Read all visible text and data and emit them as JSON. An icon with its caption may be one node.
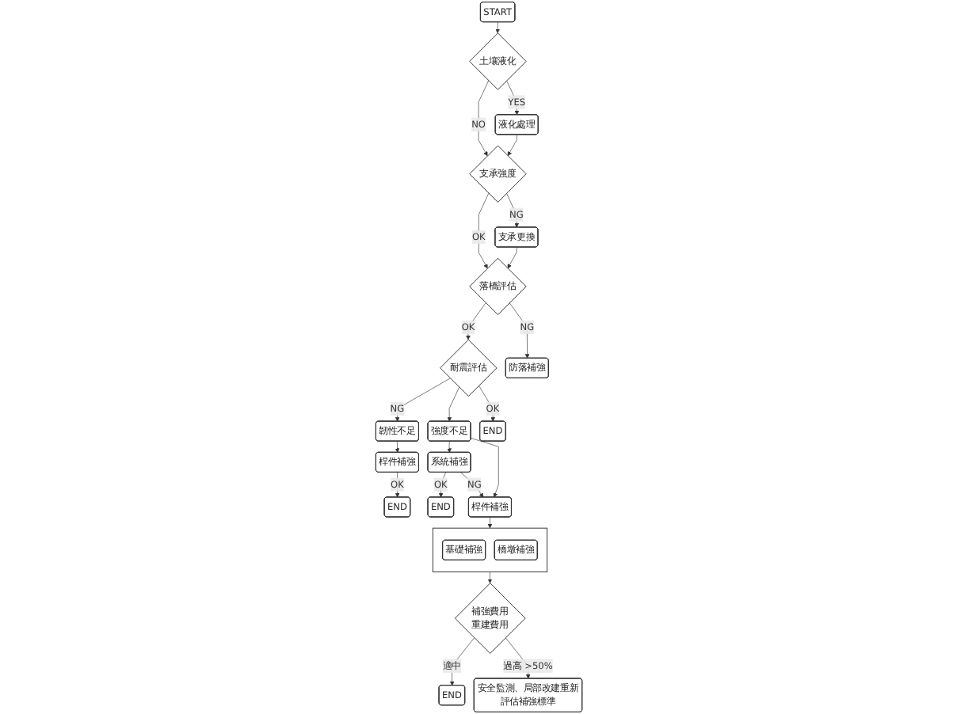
{
  "diagram": {
    "nodes": [
      {
        "text": [
          "START"
        ]
      },
      {
        "text": [
          "土壤液化"
        ]
      },
      {
        "text": [
          "液化處理"
        ]
      },
      {
        "text": [
          "支承強度"
        ]
      },
      {
        "text": [
          "支承更換"
        ]
      },
      {
        "text": [
          "落橋評估"
        ]
      },
      {
        "text": [
          "防落補強"
        ]
      },
      {
        "text": [
          "END"
        ]
      },
      {
        "text": [
          "桿件補強"
        ]
      },
      {
        "text": [
          "韌性不足"
        ]
      },
      {
        "text": [
          "END"
        ]
      },
      {
        "text": [
          "系統補強"
        ]
      },
      {
        "text": [
          "強度不足"
        ]
      },
      {
        "text": [
          "耐震評估"
        ]
      },
      {
        "text": [],
        "shape": "box"
      },
      {
        "text": [
          "基礎補強"
        ],
        "in": 14
      },
      {
        "text": [
          "橋墩補強"
        ],
        "in": 14
      },
      {
        "text": [
          "桿件補強"
        ]
      },
      {
        "text": [
          "END"
        ]
      },
      {
        "text": [
          "補強費用",
          "重建費用"
        ]
      },
      {
        "text": [
          "END"
        ]
      },
      {
        "text": [
          "安全監測、局部改建重新評估補強標準"
        ]
      }
    ],
    "edges": [
      {
        "from": 0,
        "to": 1,
        "arrow": "to"
      },
      {
        "from": 1,
        "to": 3,
        "arrow": "to",
        "label": "NO"
      },
      {
        "from": 1,
        "to": 2,
        "arrow": "to",
        "label": "YES"
      },
      {
        "from": 2,
        "to": 3,
        "arrow": "to"
      },
      {
        "from": 3,
        "to": 5,
        "arrow": "to",
        "label": "OK"
      },
      {
        "from": 3,
        "to": 4,
        "arrow": "to",
        "label": "NG"
      },
      {
        "from": 4,
        "to": 5,
        "arrow": "to"
      },
      {
        "from": 5,
        "to": 13,
        "arrow": "to",
        "label": "OK"
      },
      {
        "from": 5,
        "to": 6,
        "arrow": "to",
        "label": "NG"
      },
      {
        "from": 13,
        "to": 9,
        "arrow": "to",
        "label": "NG"
      },
      {
        "from": 13,
        "to": 12,
        "arrow": "to"
      },
      {
        "from": 13,
        "to": 18,
        "arrow": "to",
        "label": "OK"
      },
      {
        "from": 9,
        "to": 8,
        "arrow": "to"
      },
      {
        "from": 8,
        "to": 7,
        "arrow": "to",
        "label": "OK"
      },
      {
        "from": 12,
        "to": 11,
        "arrow": "to"
      },
      {
        "from": 12,
        "to": 17,
        "arrow": "to"
      },
      {
        "from": 11,
        "to": 10,
        "arrow": "to",
        "label": "OK"
      },
      {
        "from": 11,
        "to": 17,
        "arrow": "to",
        "label": "NG"
      },
      {
        "from": 17,
        "to": 14,
        "arrow": "to"
      },
      {
        "from": 14,
        "to": 19,
        "arrow": "to"
      },
      {
        "from": 19,
        "to": 20,
        "arrow": "to",
        "label": "適中"
      },
      {
        "from": 19,
        "to": 21,
        "arrow": "to",
        "label": "過高 >50%"
      }
    ]
  }
}
